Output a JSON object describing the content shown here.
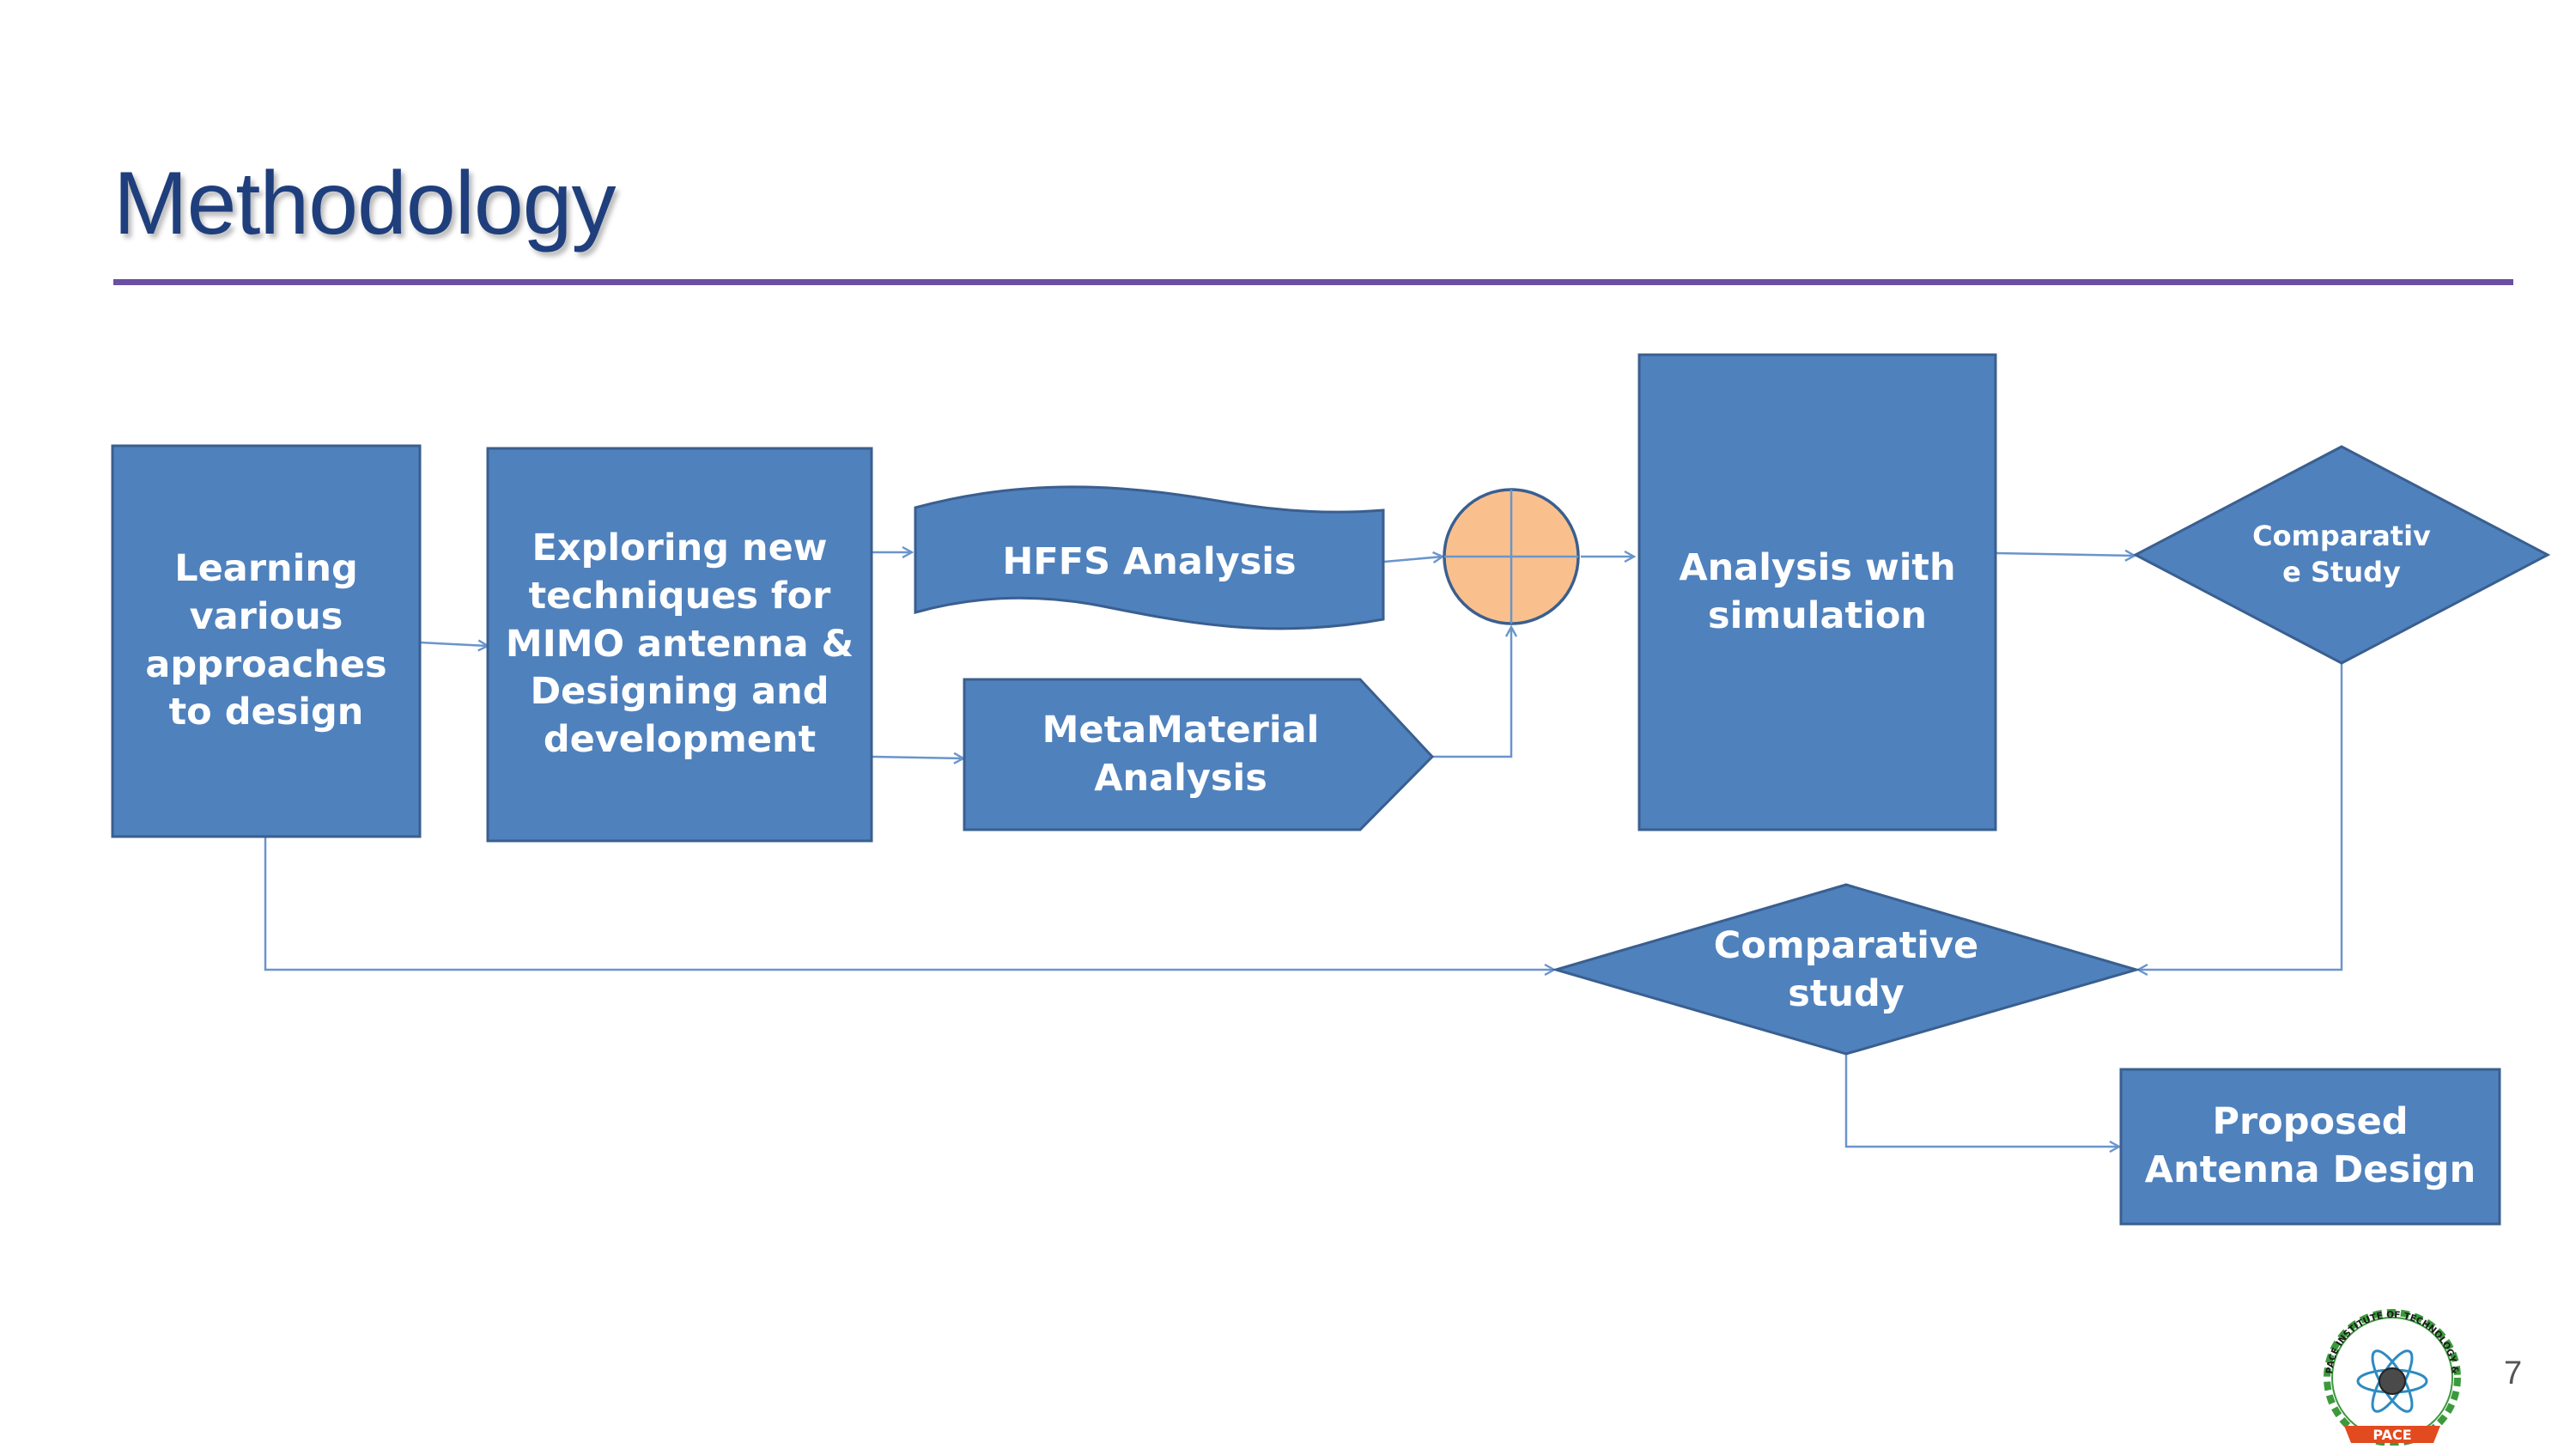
{
  "slide": {
    "title": "Methodology",
    "page_number": "7"
  },
  "nodes": {
    "learning": "Learning various approaches to design",
    "exploring": "Exploring new techniques for MIMO antenna & Designing and development",
    "hffs": "HFFS Analysis",
    "metamaterial": "MetaMaterial Analysis",
    "analysis_sim": "Analysis with simulation",
    "comparative_small": "Comparativ e Study",
    "comparative": "Comparative study",
    "proposed": "Proposed Antenna Design"
  },
  "logo": {
    "ring_text": "PACE INSTITUTE OF TECHNOLOGY & SCIENCES",
    "banner_text": "PACE"
  },
  "colors": {
    "node_fill": "#4F81BD",
    "node_stroke": "#3A5F8F",
    "connector": "#6A95CC",
    "junction_fill": "#F9C08D",
    "title": "#1F3E7C",
    "rule": "#6A4FA3"
  }
}
